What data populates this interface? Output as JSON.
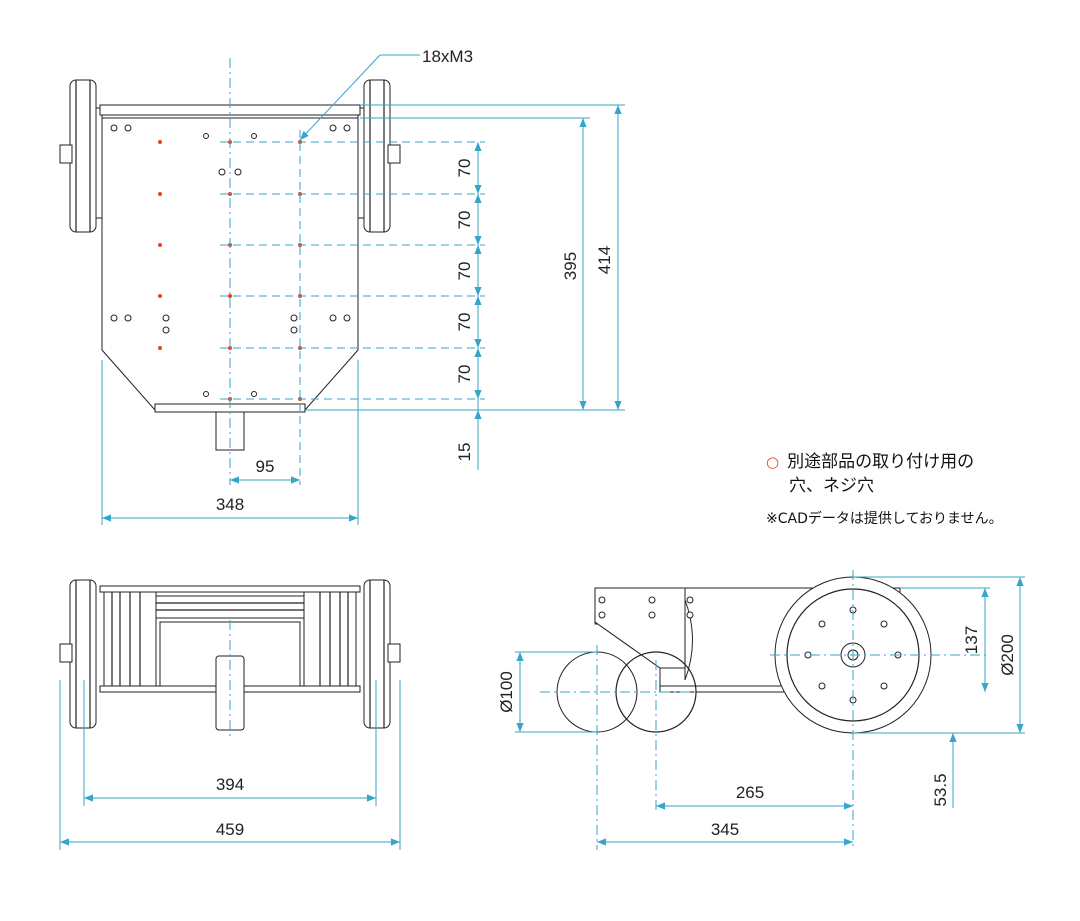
{
  "callout": {
    "screw_label": "18xM3"
  },
  "top_view": {
    "spacing_labels": [
      "70",
      "70",
      "70",
      "70",
      "70"
    ],
    "bottom_offset": "15",
    "length_inner": "395",
    "length_outer": "414",
    "hole_offset_x": "95",
    "body_width": "348"
  },
  "front_view": {
    "track_width": "394",
    "overall_width": "459"
  },
  "side_view": {
    "caster_diameter": "Ø100",
    "wheel_diameter": "Ø200",
    "height_137": "137",
    "ground_clearance": "53.5",
    "dist_265": "265",
    "dist_345": "345"
  },
  "legend": {
    "marker_symbol": "○",
    "line1": "別途部品の取り付け用の",
    "line2": "穴、ネジ穴",
    "note": "※CADデータは提供しておりません。",
    "marker_color": "#e8421f"
  },
  "colors": {
    "dimension": "#35a6c9",
    "outline": "#222222",
    "hole": "#e8421f"
  }
}
